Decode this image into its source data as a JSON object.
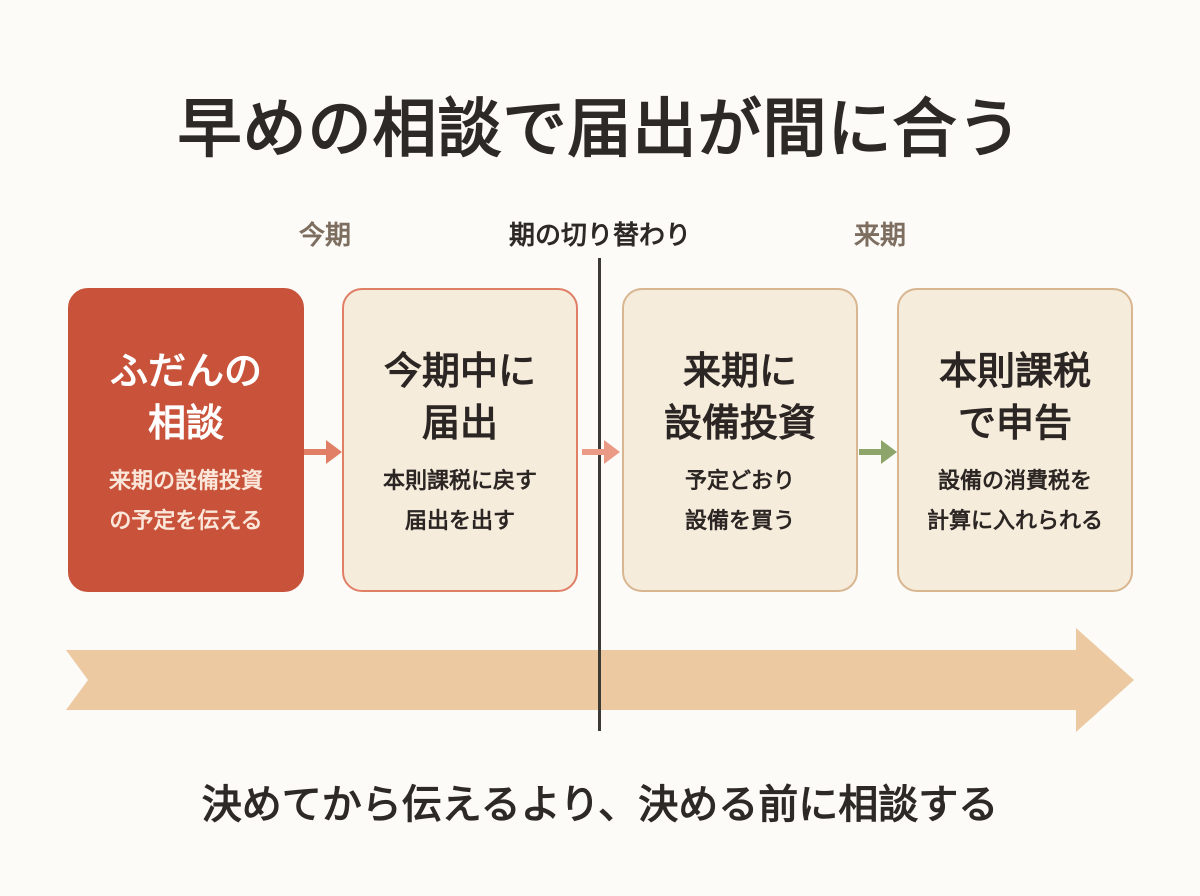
{
  "title": "早めの相談で届出が間に合う",
  "periods": {
    "this_term": "今期",
    "switch": "期の切り替わり",
    "next_term": "来期"
  },
  "steps": [
    {
      "title_line1": "ふだんの",
      "title_line2": "相談",
      "desc_line1": "来期の設備投資",
      "desc_line2": "の予定を伝える"
    },
    {
      "title_line1": "今期中に",
      "title_line2": "届出",
      "desc_line1": "本則課税に戻す",
      "desc_line2": "届出を出す"
    },
    {
      "title_line1": "来期に",
      "title_line2": "設備投資",
      "desc_line1": "予定どおり",
      "desc_line2": "設備を買う"
    },
    {
      "title_line1": "本則課税",
      "title_line2": "で申告",
      "desc_line1": "設備の消費税を",
      "desc_line2": "計算に入れられる"
    }
  ],
  "footer": "決めてから伝えるより、決める前に相談する",
  "colors": {
    "accent_red": "#c8523a",
    "card_fill": "#f6ecdc",
    "timeline_arrow": "#ecc9a0",
    "green_connector": "#8da56a"
  }
}
